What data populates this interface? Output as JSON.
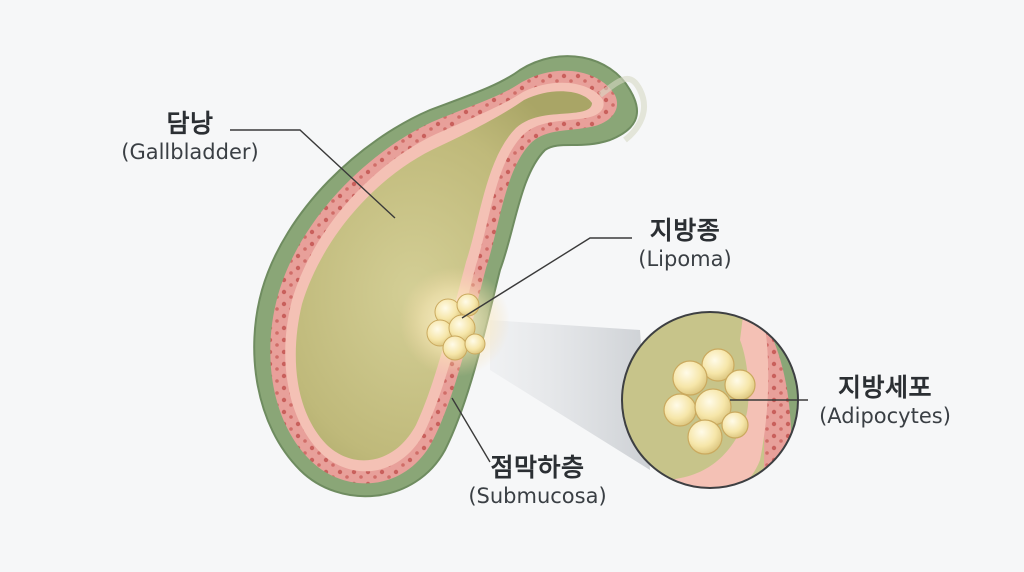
{
  "labels": {
    "gallbladder": {
      "ko": "담낭",
      "en": "(Gallbladder)"
    },
    "lipoma": {
      "ko": "지방종",
      "en": "(Lipoma)"
    },
    "submucosa": {
      "ko": "점막하층",
      "en": "(Submucosa)"
    },
    "adipocytes": {
      "ko": "지방세포",
      "en": "(Adipocytes)"
    }
  },
  "colors": {
    "background": "#f6f7f8",
    "serosa": "#8aa677",
    "submucosa": "#e9a4a0",
    "mucosa": "#f4c1b5",
    "bile": "#c9c488",
    "lipoma": "#f8e9b0",
    "leader_line": "#3a3a3a"
  }
}
